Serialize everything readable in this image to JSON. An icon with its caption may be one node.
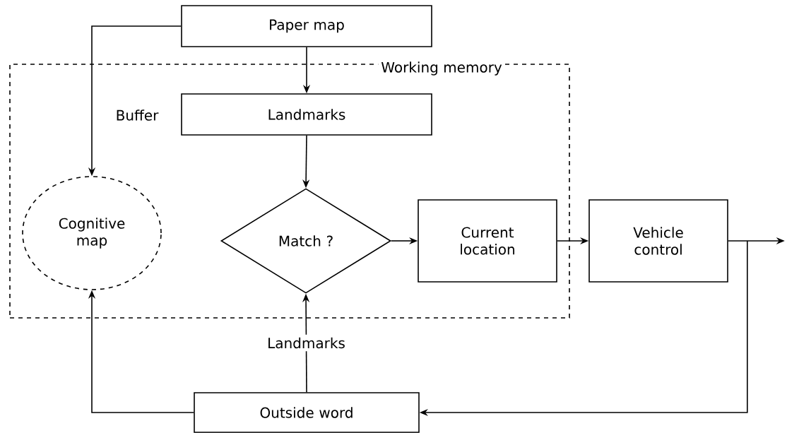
{
  "diagram": {
    "nodes": [
      {
        "text": [
          "Working memory"
        ]
      },
      {
        "text": [
          "Paper map"
        ]
      },
      {
        "text": [
          "Landmarks"
        ],
        "in": 0
      },
      {
        "text": [
          "Cognitive map"
        ],
        "in": 0
      },
      {
        "text": [
          "Match ?"
        ],
        "in": 0
      },
      {
        "text": [
          "Current location"
        ],
        "in": 0
      },
      {
        "text": [
          "Vehicle control"
        ]
      },
      {
        "text": [
          "Outside word"
        ]
      }
    ],
    "edges": [
      {
        "from": 1,
        "to": 3,
        "arrow": "to"
      },
      {
        "from": 1,
        "to": 2,
        "arrow": "to"
      },
      {
        "from": 2,
        "to": 4,
        "arrow": "to"
      },
      {
        "from": 4,
        "to": 5,
        "arrow": "to"
      },
      {
        "from": 5,
        "to": 6,
        "arrow": "to"
      },
      {
        "from": 6,
        "to": null,
        "arrow": "to"
      },
      {
        "from": 6,
        "to": 7,
        "arrow": "to"
      },
      {
        "from": 7,
        "to": 3,
        "arrow": "to"
      },
      {
        "from": 7,
        "to": 4,
        "arrow": "to",
        "label": "Landmarks"
      }
    ],
    "labels": [
      "Buffer"
    ]
  }
}
